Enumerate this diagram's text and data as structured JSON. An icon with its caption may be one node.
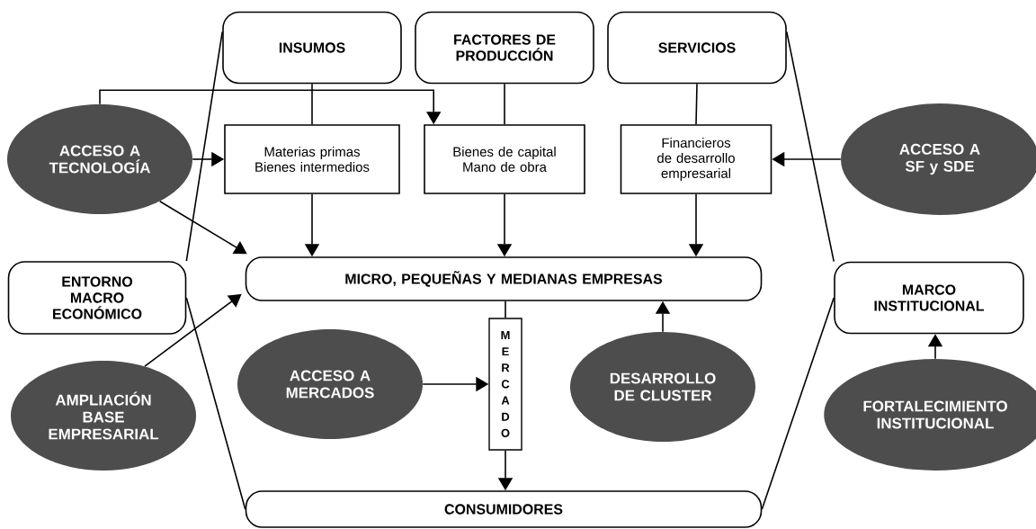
{
  "diagram": {
    "nodes": [
      {
        "text": [
          "INSUMOS"
        ]
      },
      {
        "text": [
          "FACTORES DE PRODUCCIÓN"
        ]
      },
      {
        "text": [
          "SERVICIOS"
        ]
      },
      {
        "text": [
          "ACCESO A TECNOLOGÍA"
        ]
      },
      {
        "text": [
          "Materias primas Bienes intermedios"
        ]
      },
      {
        "text": [
          "Bienes de capital Mano de obra"
        ]
      },
      {
        "text": [
          "Financieros de desarrollo empresarial"
        ]
      },
      {
        "text": [
          "ACCESO A SF y SDE"
        ]
      },
      {
        "text": [
          "ENTORNO MACRO ECONÓMICO"
        ]
      },
      {
        "text": [
          "MICRO, PEQUEÑAS Y MEDIANAS EMPRESAS"
        ]
      },
      {
        "text": [
          "MARCO INSTITUCIONAL"
        ]
      },
      {
        "text": [
          "MERCADO"
        ]
      },
      {
        "text": [
          "ACCESO A MERCADOS"
        ]
      },
      {
        "text": [
          "DESARROLLO DE CLUSTER"
        ]
      },
      {
        "text": [
          "AMPLIACIÓN BASE EMPRESARIAL"
        ]
      },
      {
        "text": [
          "FORTALECIMIENTO INSTITUCIONAL"
        ]
      },
      {
        "text": [
          "CONSUMIDORES"
        ]
      }
    ],
    "edges": [
      {
        "from": 0,
        "to": 4,
        "arrow": "none"
      },
      {
        "from": 1,
        "to": 5,
        "arrow": "none"
      },
      {
        "from": 2,
        "to": 6,
        "arrow": "none"
      },
      {
        "from": 3,
        "to": 4,
        "arrow": "to"
      },
      {
        "from": 3,
        "to": 5,
        "arrow": "to"
      },
      {
        "from": 3,
        "to": 9,
        "arrow": "to"
      },
      {
        "from": 4,
        "to": 9,
        "arrow": "to"
      },
      {
        "from": 5,
        "to": 9,
        "arrow": "to"
      },
      {
        "from": 6,
        "to": 9,
        "arrow": "to"
      },
      {
        "from": 7,
        "to": 6,
        "arrow": "to"
      },
      {
        "from": 14,
        "to": 9,
        "arrow": "to"
      },
      {
        "from": 9,
        "to": 11,
        "arrow": "none"
      },
      {
        "from": 11,
        "to": 16,
        "arrow": "to"
      },
      {
        "from": 12,
        "to": 11,
        "arrow": "to"
      },
      {
        "from": 13,
        "to": 9,
        "arrow": "to"
      },
      {
        "from": 15,
        "to": 10,
        "arrow": "to"
      },
      {
        "from": 0,
        "to": 8,
        "arrow": "none"
      },
      {
        "from": 8,
        "to": 16,
        "arrow": "none"
      },
      {
        "from": 2,
        "to": 10,
        "arrow": "none"
      },
      {
        "from": 10,
        "to": 16,
        "arrow": "none"
      }
    ]
  }
}
